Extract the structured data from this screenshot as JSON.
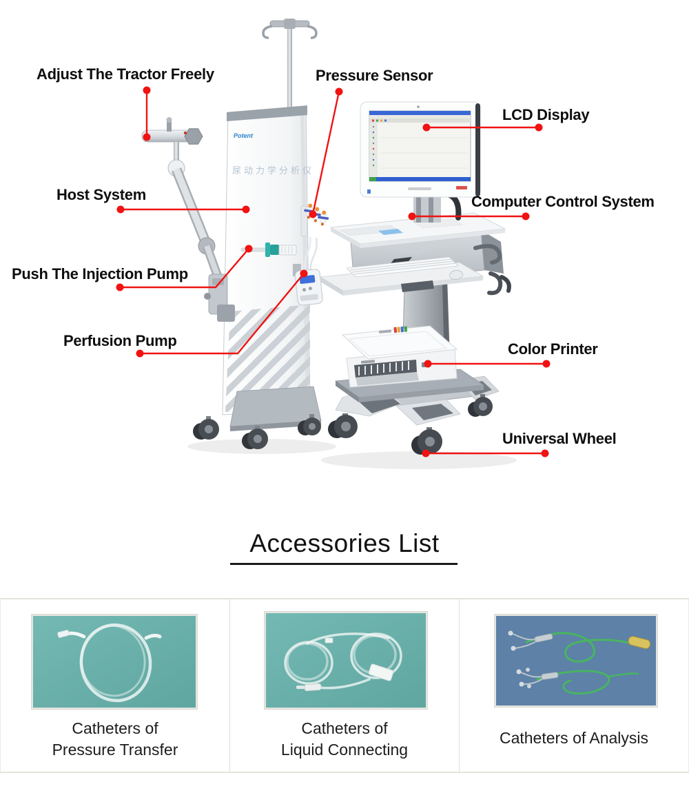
{
  "page": {
    "background": "#ffffff"
  },
  "diagram": {
    "labels": {
      "adjust_tractor": "Adjust The Tractor Freely",
      "pressure_sensor": "Pressure Sensor",
      "lcd_display": "LCD Display",
      "host_system": "Host System",
      "computer_control": "Computer Control System",
      "push_injection": "Push The Injection Pump",
      "perfusion_pump": "Perfusion Pump",
      "color_printer": "Color Printer",
      "universal_wheel": "Universal Wheel"
    },
    "machine": {
      "logo_text": "Potent",
      "panel_text": "尿动力学分析仪"
    },
    "colors": {
      "leader_line": "#f11212",
      "label_text": "#0e0e0e",
      "machine_body": "#f5f7f8",
      "machine_gray": "#9aa2aa"
    }
  },
  "accessories": {
    "title": "Accessories List",
    "items": [
      {
        "lines": [
          "Catheters of",
          "Pressure Transfer"
        ]
      },
      {
        "lines": [
          "Catheters of",
          "Liquid Connecting"
        ]
      },
      {
        "lines": [
          "Catheters of Analysis"
        ]
      }
    ],
    "swatch_colors": {
      "teal_background": "#6db4ae",
      "blue_background": "#5d81a7"
    }
  }
}
